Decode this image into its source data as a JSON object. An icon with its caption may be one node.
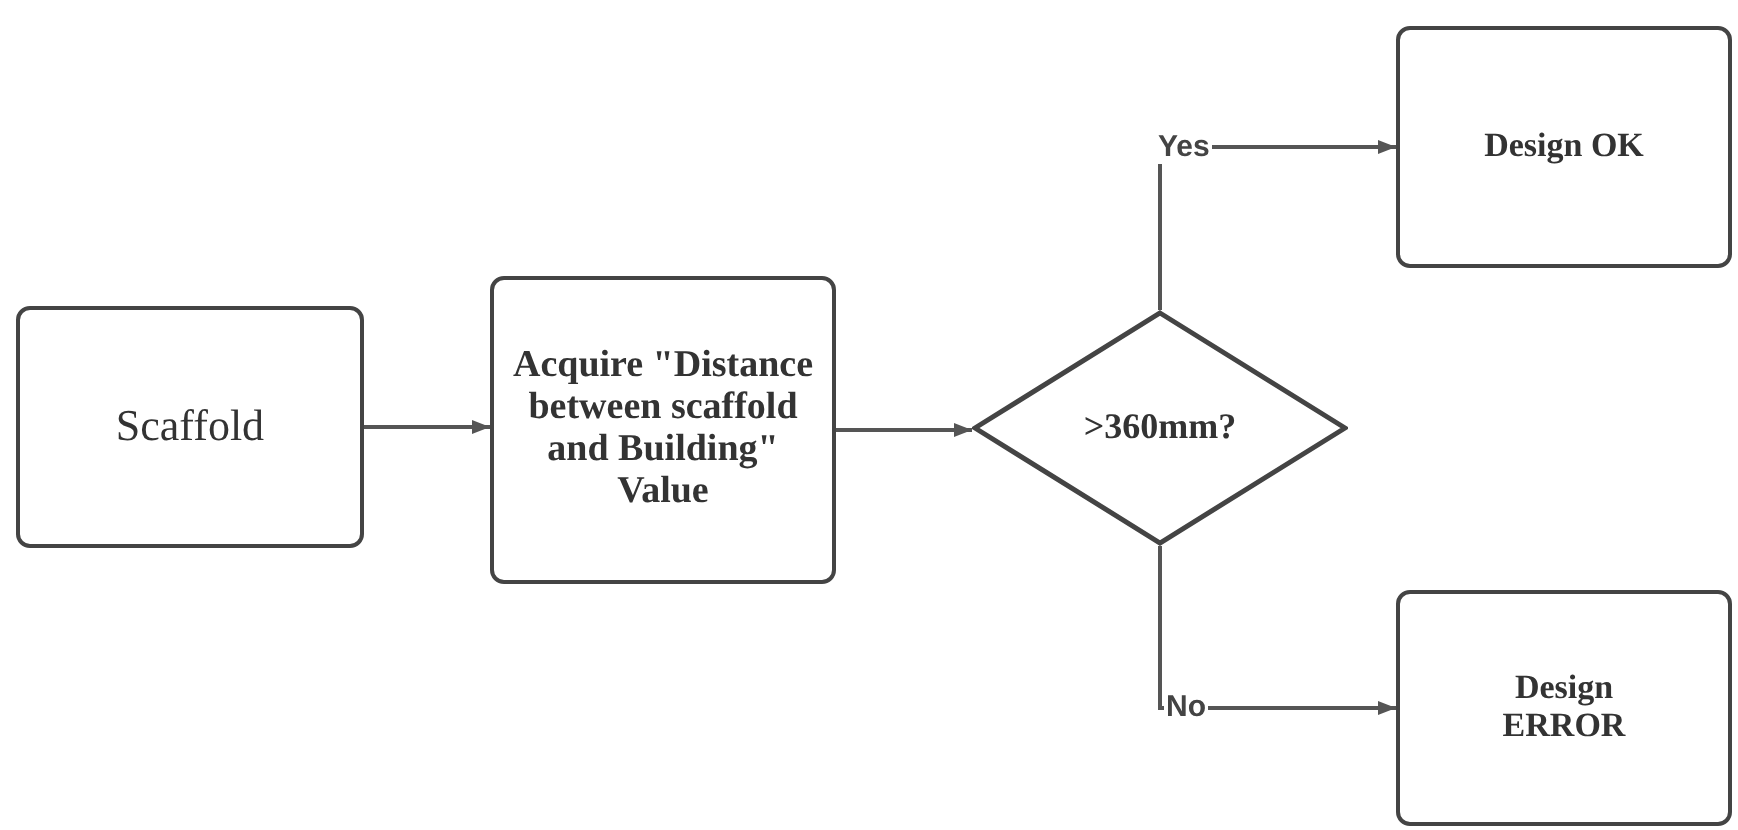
{
  "diagram": {
    "nodes": [
      {
        "text": [
          "Scaffold"
        ]
      },
      {
        "text": [
          "Acquire \"Distance between scaffold and Building\" Value"
        ]
      },
      {
        "text": [
          ">360mm?"
        ]
      },
      {
        "text": [
          "Design OK"
        ]
      },
      {
        "text": [
          "Design ERROR"
        ]
      }
    ],
    "edges": [
      {
        "from": 0,
        "to": 1,
        "arrow": "to"
      },
      {
        "from": 1,
        "to": 2,
        "arrow": "to"
      },
      {
        "from": 2,
        "to": 3,
        "arrow": "to",
        "label": "Yes"
      },
      {
        "from": 2,
        "to": 4,
        "arrow": "to",
        "label": "No"
      }
    ]
  }
}
